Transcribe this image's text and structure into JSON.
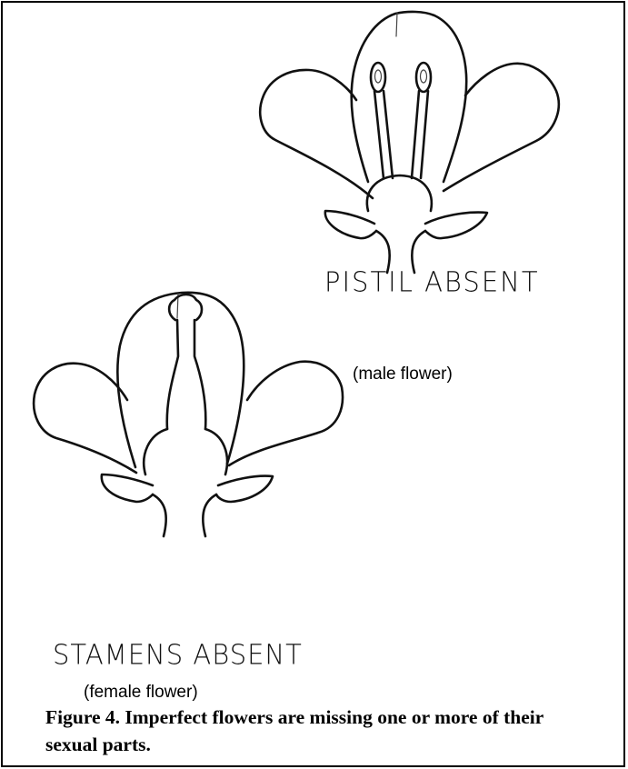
{
  "figure": {
    "male_label": "PISTIL  ABSENT",
    "male_note": "(male flower)",
    "female_label": "STAMENS ABSENT",
    "female_note": "(female flower)",
    "caption": "Figure 4.  Imperfect flowers are missing one or more of their sexual parts."
  }
}
